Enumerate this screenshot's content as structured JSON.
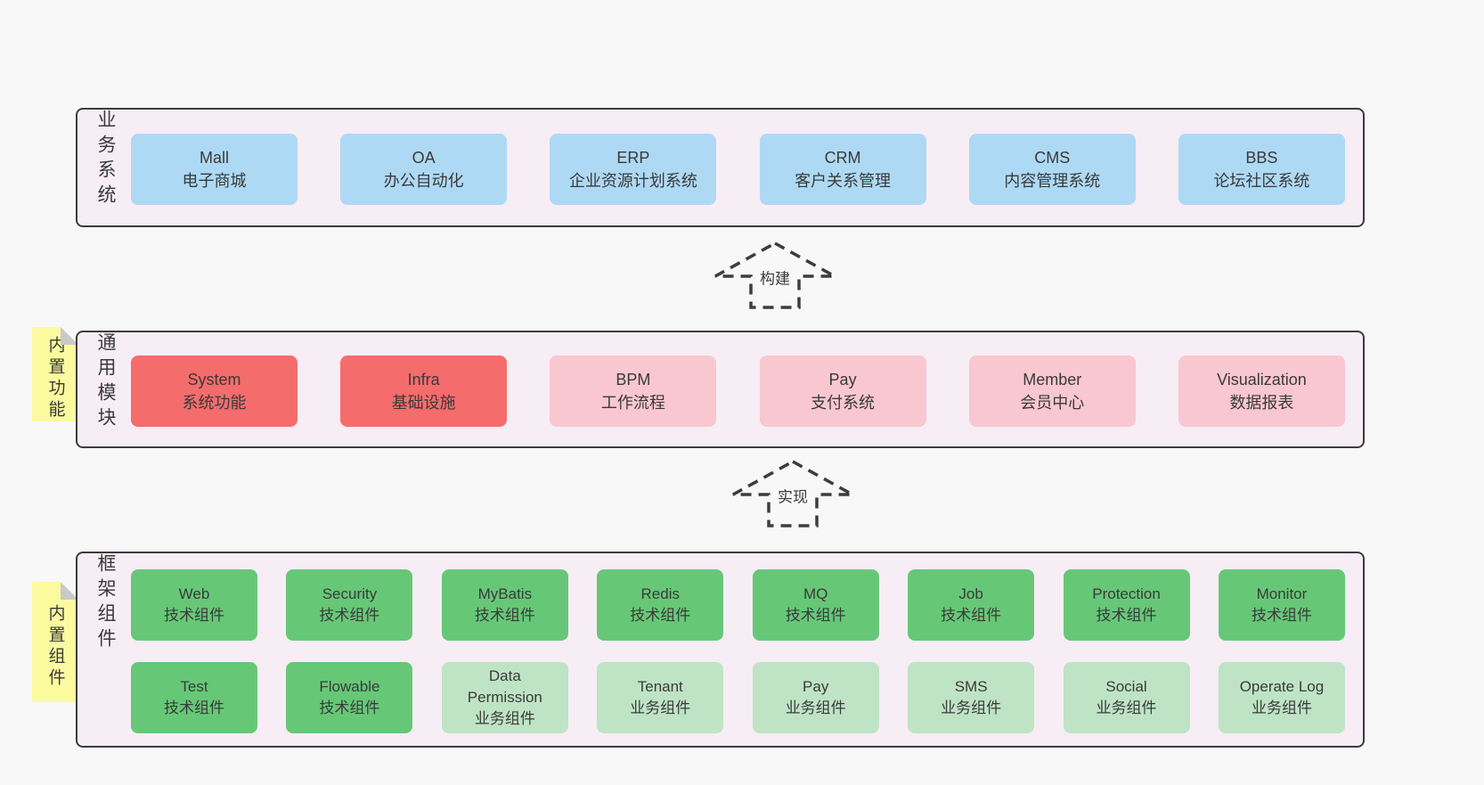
{
  "colors": {
    "page_bg": "#f8f8f8",
    "layer_bg": "#f7edf5",
    "layer_border": "#3c3c3c",
    "blue_box": "#aed9f4",
    "red_box": "#f56c6c",
    "pink_box": "#f9c7d0",
    "green_box": "#66c877",
    "light_green_box": "#bfe4c5",
    "sticky_yellow": "#fbfa9e",
    "sticky_fold": "#c9c9c9",
    "text": "#3a3a3a"
  },
  "layers": {
    "business": {
      "label": "业务系统",
      "boxes": [
        {
          "en": "Mall",
          "zh": "电子商城"
        },
        {
          "en": "OA",
          "zh": "办公自动化"
        },
        {
          "en": "ERP",
          "zh": "企业资源计划系统"
        },
        {
          "en": "CRM",
          "zh": "客户关系管理"
        },
        {
          "en": "CMS",
          "zh": "内容管理系统"
        },
        {
          "en": "BBS",
          "zh": "论坛社区系统"
        }
      ]
    },
    "modules": {
      "label": "通用模块",
      "sticky": "内置功能",
      "boxes": [
        {
          "en": "System",
          "zh": "系统功能"
        },
        {
          "en": "Infra",
          "zh": "基础设施"
        },
        {
          "en": "BPM",
          "zh": "工作流程"
        },
        {
          "en": "Pay",
          "zh": "支付系统"
        },
        {
          "en": "Member",
          "zh": "会员中心"
        },
        {
          "en": "Visualization",
          "zh": "数据报表"
        }
      ]
    },
    "components": {
      "label": "框架组件",
      "sticky": "内置组件",
      "row1": [
        {
          "en": "Web",
          "zh": "技术组件"
        },
        {
          "en": "Security",
          "zh": "技术组件"
        },
        {
          "en": "MyBatis",
          "zh": "技术组件"
        },
        {
          "en": "Redis",
          "zh": "技术组件"
        },
        {
          "en": "MQ",
          "zh": "技术组件"
        },
        {
          "en": "Job",
          "zh": "技术组件"
        },
        {
          "en": "Protection",
          "zh": "技术组件"
        },
        {
          "en": "Monitor",
          "zh": "技术组件"
        }
      ],
      "row2": [
        {
          "en": "Test",
          "zh": "技术组件"
        },
        {
          "en": "Flowable",
          "zh": "技术组件"
        },
        {
          "en": "Data Permission",
          "zh": "业务组件"
        },
        {
          "en": "Tenant",
          "zh": "业务组件"
        },
        {
          "en": "Pay",
          "zh": "业务组件"
        },
        {
          "en": "SMS",
          "zh": "业务组件"
        },
        {
          "en": "Social",
          "zh": "业务组件"
        },
        {
          "en": "Operate Log",
          "zh": "业务组件"
        }
      ]
    }
  },
  "arrows": {
    "build": {
      "label": "构建"
    },
    "implement": {
      "label": "实现"
    }
  }
}
